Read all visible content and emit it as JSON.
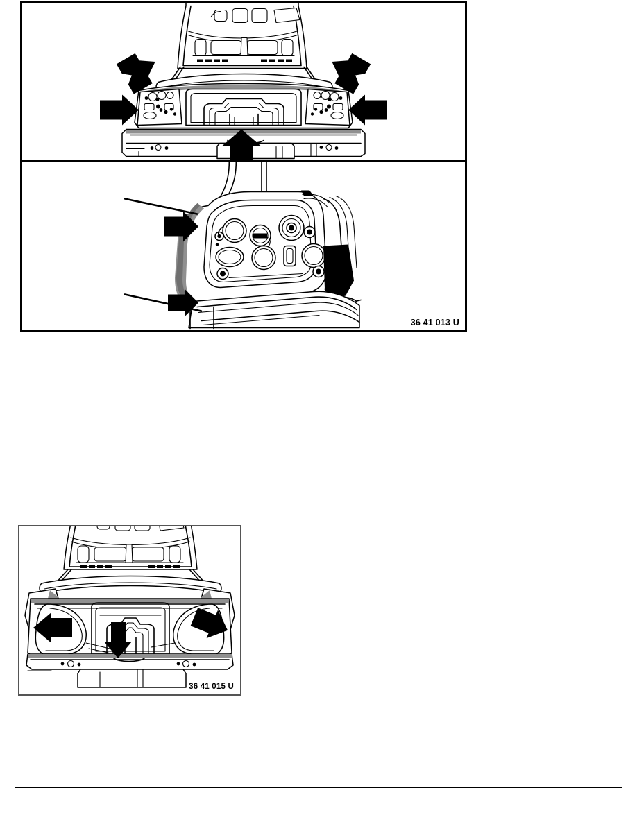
{
  "document": {
    "type": "automotive-repair-illustration-page",
    "background_color": "#ffffff"
  },
  "figures": [
    {
      "id": "figure-group-top",
      "name": "rear-end-body-panels",
      "panels": [
        {
          "id": "panel-rear-end-overview",
          "name": "rear-end-overview",
          "subject": "Vehicle rear end with trunk lid raised, rear body panel and bumper carrier",
          "callout_arrows": [
            {
              "name": "arrow-upper-left",
              "direction": "down-right"
            },
            {
              "name": "arrow-upper-right",
              "direction": "down-left"
            },
            {
              "name": "arrow-lower-left",
              "direction": "right"
            },
            {
              "name": "arrow-lower-right",
              "direction": "left"
            },
            {
              "name": "arrow-bottom-center",
              "direction": "up"
            }
          ]
        },
        {
          "id": "panel-rear-pillar-detail",
          "name": "rear-pillar-detail",
          "subject": "Detail of rear wheel-arch / tail light mounting panel with sealing bead",
          "callout_arrows": [
            {
              "name": "arrow-detail-upper",
              "direction": "right"
            },
            {
              "name": "arrow-detail-lower",
              "direction": "right"
            }
          ],
          "leader_lines": 2,
          "caption": "36 41 013 U"
        }
      ]
    },
    {
      "id": "figure-trunk-floor",
      "name": "trunk-floor-panel",
      "subject": "Rear luggage compartment floor with wheel housings and spare wheel well",
      "callout_arrows": [
        {
          "name": "arrow-left",
          "direction": "left"
        },
        {
          "name": "arrow-right",
          "direction": "down-left"
        },
        {
          "name": "arrow-center",
          "direction": "down"
        }
      ],
      "caption": "36 41 015 U"
    }
  ],
  "captions": {
    "fig_013": "36 41 013 U",
    "fig_015": "36 41 015 U"
  },
  "colors": {
    "ink": "#000000",
    "panel_border": "#000000",
    "small_panel_border": "#555555",
    "shading_gray": "#909090",
    "paper": "#ffffff"
  }
}
